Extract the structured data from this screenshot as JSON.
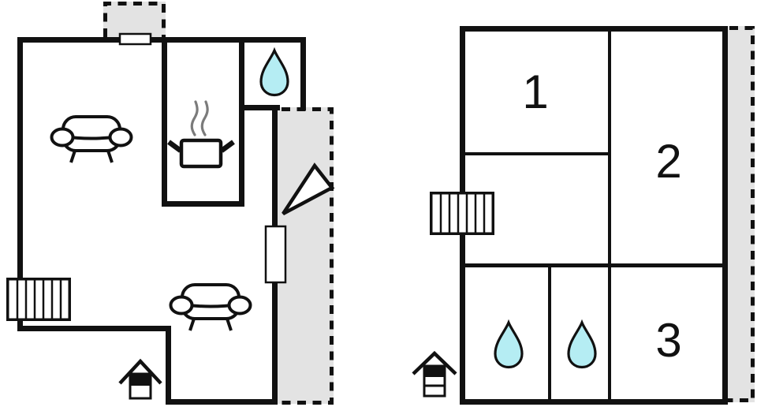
{
  "colors": {
    "wall": "#111111",
    "shade": "#e3e3e3",
    "water": "#b5edf3",
    "steam": "#7b7b7b",
    "background": "#ffffff"
  },
  "left_plan": {
    "icons": [
      "window-marker",
      "sofa-icon",
      "sofa-icon",
      "stove-icon",
      "water-drop-icon",
      "stairs-icon",
      "window-marker",
      "direction-arrow-icon",
      "entrance-house-icon"
    ]
  },
  "right_plan": {
    "room_labels": [
      "1",
      "2",
      "3"
    ],
    "icons": [
      "stairs-icon",
      "water-drop-icon",
      "water-drop-icon",
      "entrance-house-icon"
    ]
  }
}
